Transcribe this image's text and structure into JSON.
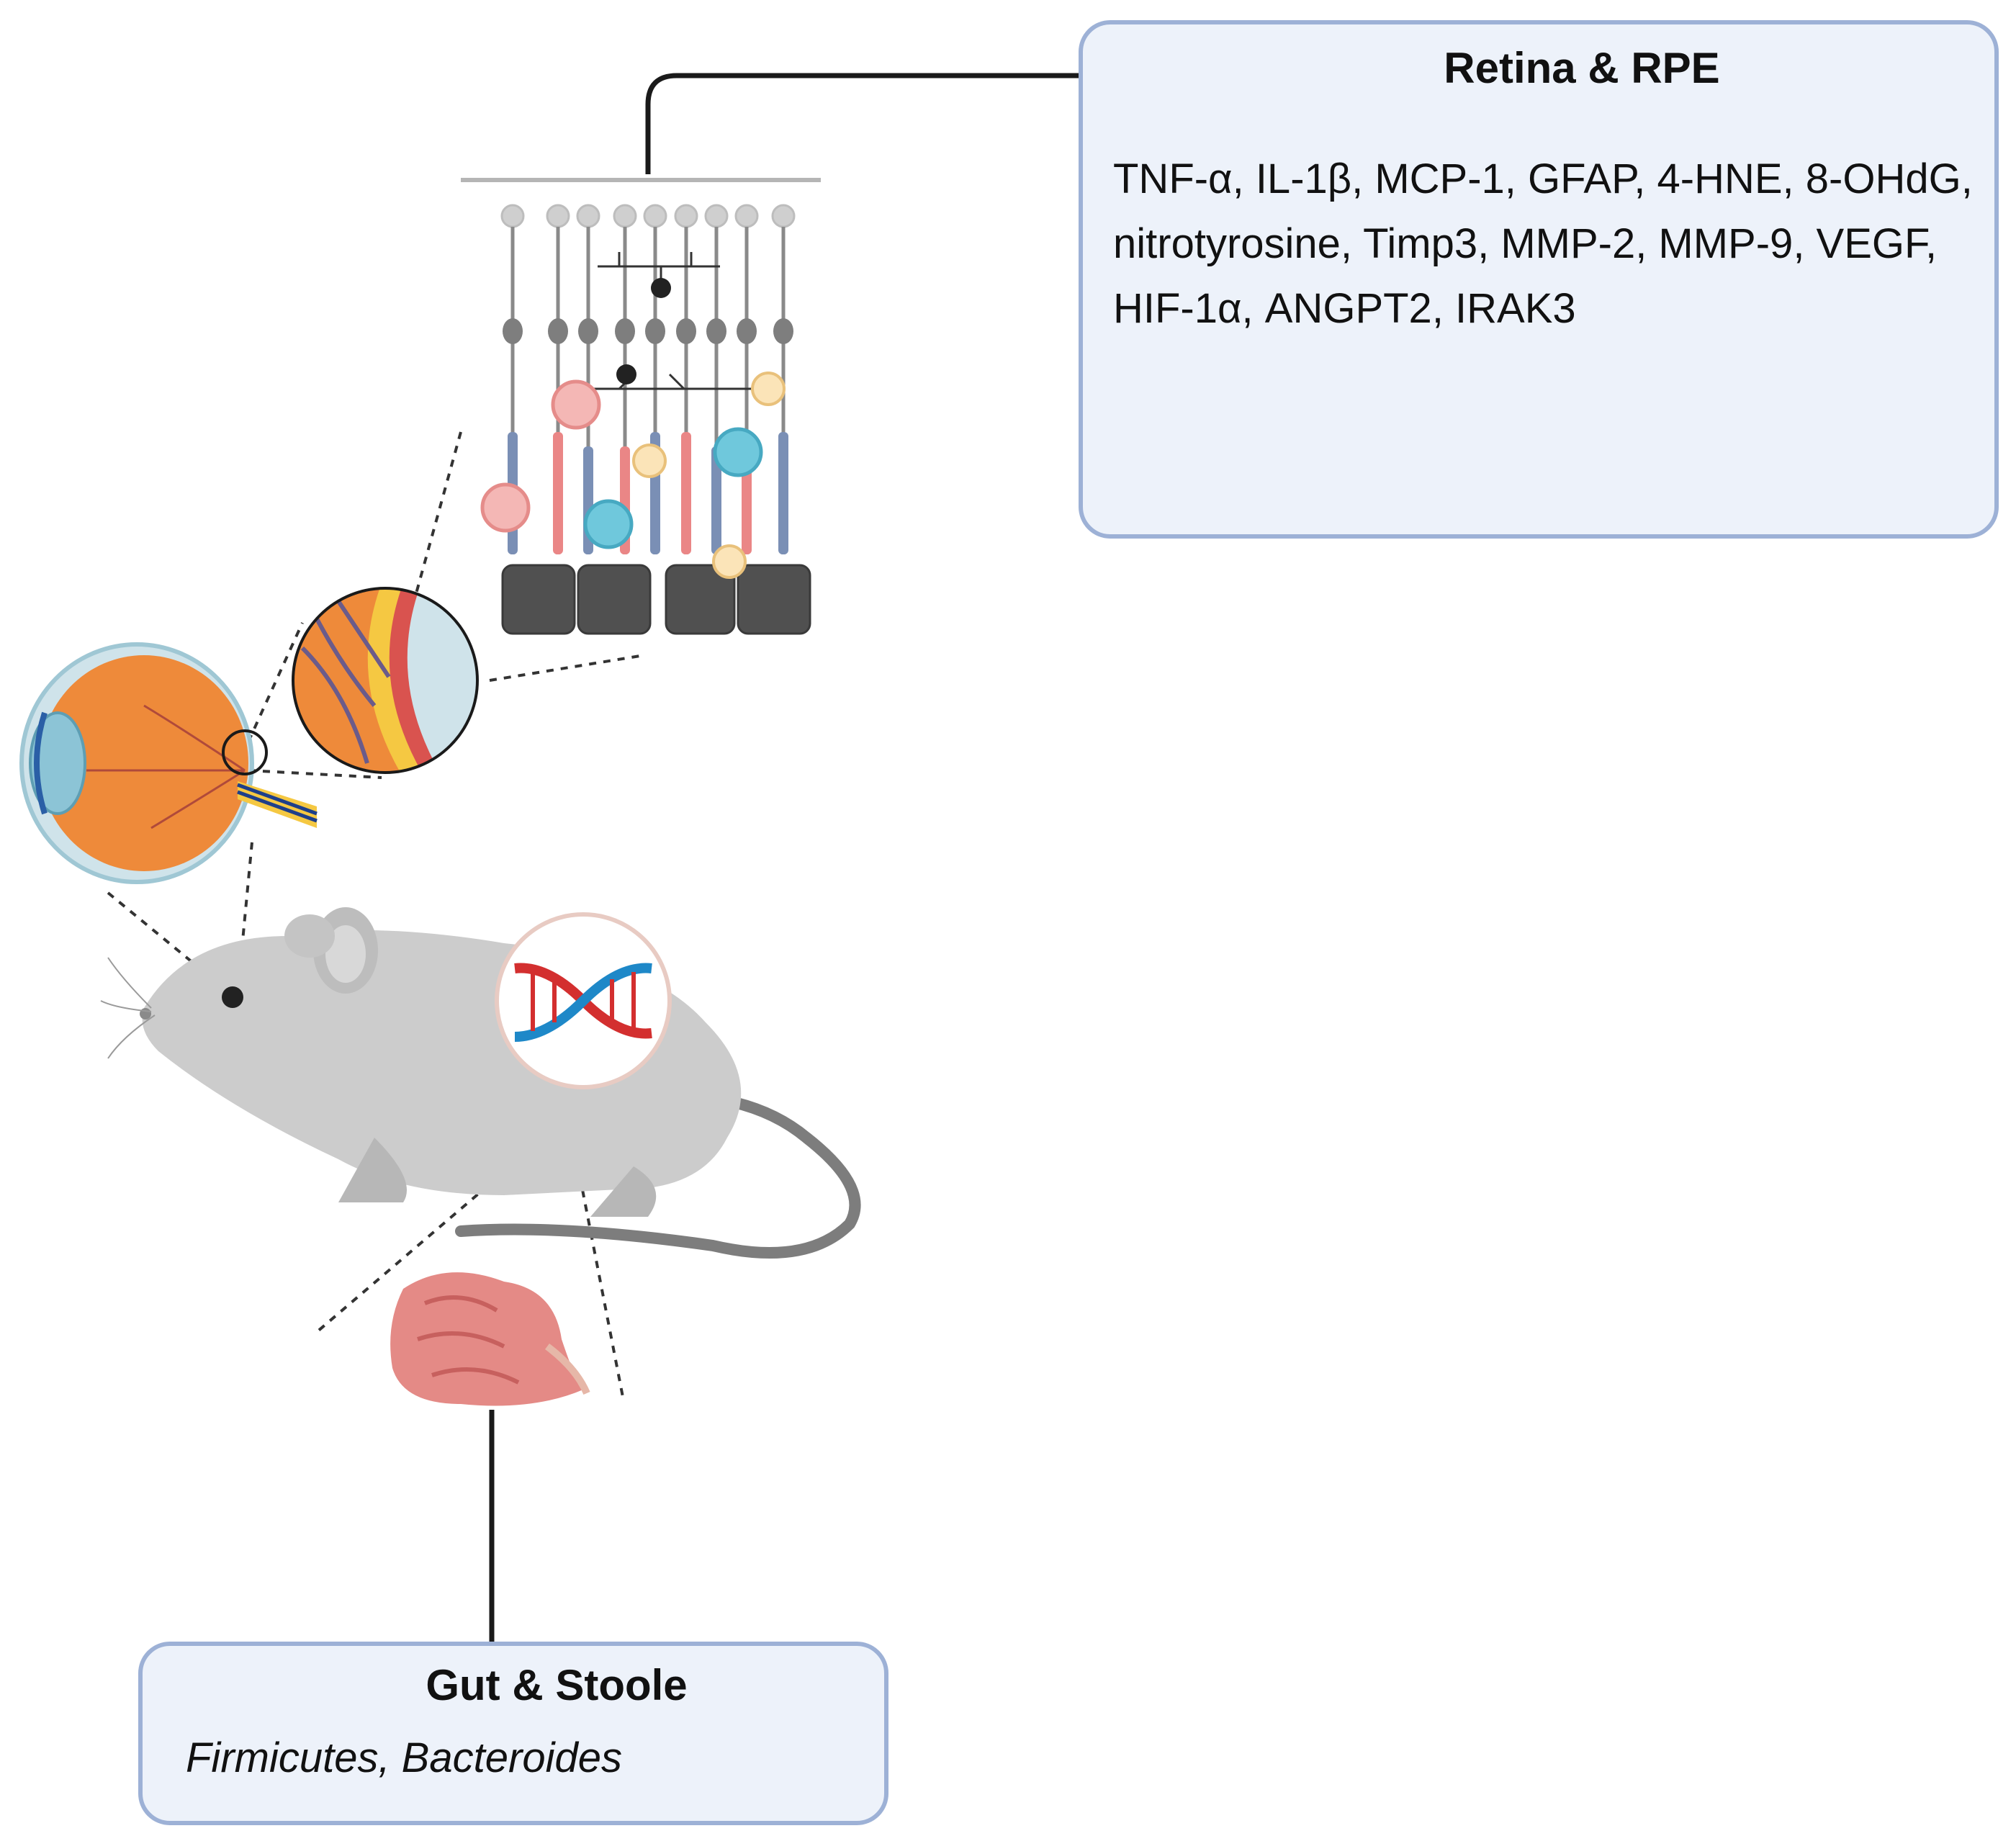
{
  "retina_box": {
    "title": "Retina & RPE",
    "markers": "TNF-α, IL-1β, MCP-1, GFAP, 4-HNE, 8-OHdG, nitrotyrosine, Timp3, MMP-2, MMP-9, VEGF, HIF-1α, ANGPT2, IRAK3"
  },
  "gut_box": {
    "title": "Gut & Stoole",
    "taxa": "Firmicutes, Bacteroides"
  },
  "illustrations": [
    "retina-layers-icon",
    "eye-cross-section-icon",
    "retina-magnifier-icon",
    "mouse-icon",
    "dna-icon",
    "intestine-icon"
  ],
  "colors": {
    "box_fill": "#edf2fa",
    "box_border": "#9db1d6",
    "eye_orange": "#ee8a3a",
    "mouse_gray": "#c8c8c8",
    "dna_red": "#d32f2f",
    "dna_blue": "#1e88c8",
    "intestine_pink": "#e48a86"
  }
}
